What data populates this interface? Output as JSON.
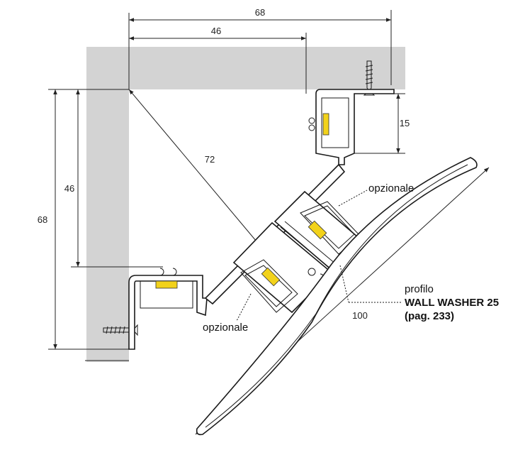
{
  "colors": {
    "wall": "#d3d3d3",
    "led": "#f2d21b",
    "line": "#1a1a1a"
  },
  "dimensions": {
    "top_outer": "68",
    "top_inner": "46",
    "left_outer": "68",
    "left_inner": "46",
    "diagonal": "72",
    "profile_height": "15",
    "diffuser_width": "100"
  },
  "labels": {
    "optional_top": "opzionale",
    "optional_bottom": "opzionale",
    "profile_line1": "profilo",
    "profile_line2": "WALL WASHER 25",
    "profile_line3": "(pag. 233)"
  }
}
